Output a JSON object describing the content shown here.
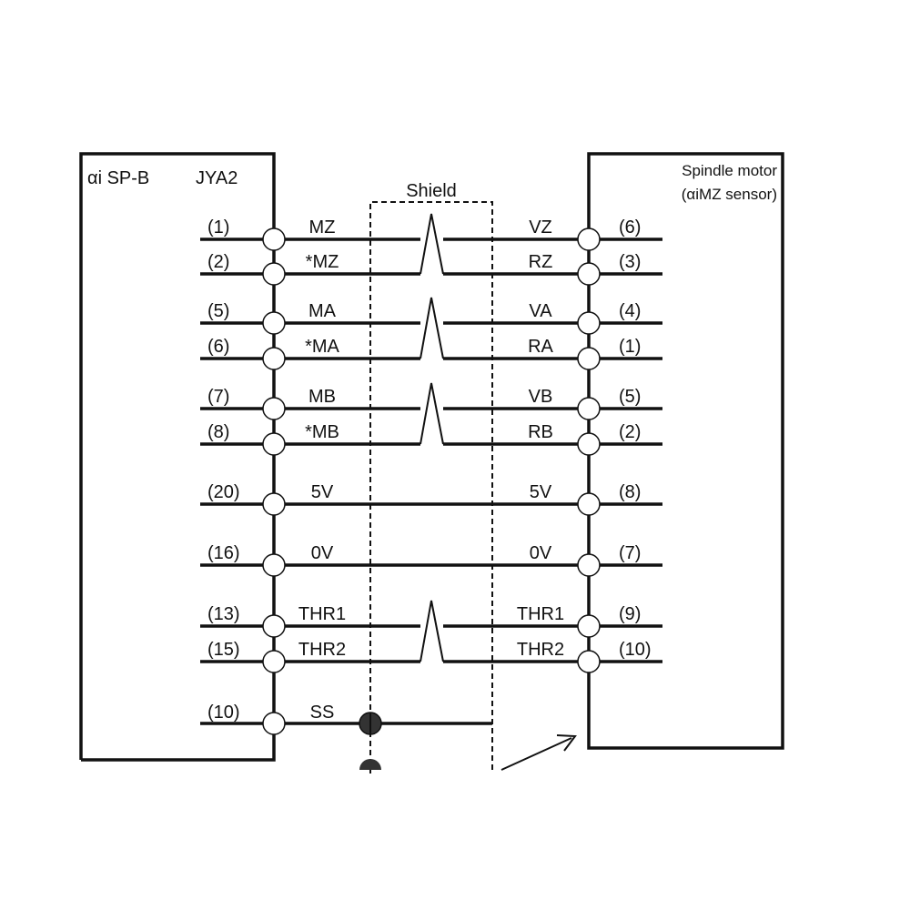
{
  "left_unit": {
    "name": "αi SP-B",
    "connector": "JYA2"
  },
  "right_unit": {
    "line1": "Spindle motor",
    "line2": "(αiMZ sensor)"
  },
  "shield_label": "Shield",
  "signals": [
    {
      "left_pin": "(1)",
      "left_signal": "MZ",
      "right_signal": "VZ",
      "right_pin": "(6)"
    },
    {
      "left_pin": "(2)",
      "left_signal": "*MZ",
      "right_signal": "RZ",
      "right_pin": "(3)"
    },
    {
      "left_pin": "(5)",
      "left_signal": "MA",
      "right_signal": "VA",
      "right_pin": "(4)"
    },
    {
      "left_pin": "(6)",
      "left_signal": "*MA",
      "right_signal": "RA",
      "right_pin": "(1)"
    },
    {
      "left_pin": "(7)",
      "left_signal": "MB",
      "right_signal": "VB",
      "right_pin": "(5)"
    },
    {
      "left_pin": "(8)",
      "left_signal": "*MB",
      "right_signal": "RB",
      "right_pin": "(2)"
    },
    {
      "left_pin": "(20)",
      "left_signal": "5V",
      "right_signal": "5V",
      "right_pin": "(8)"
    },
    {
      "left_pin": "(16)",
      "left_signal": "0V",
      "right_signal": "0V",
      "right_pin": "(7)"
    },
    {
      "left_pin": "(13)",
      "left_signal": "THR1",
      "right_signal": "THR1",
      "right_pin": "(9)"
    },
    {
      "left_pin": "(15)",
      "left_signal": "THR2",
      "right_signal": "THR2",
      "right_pin": "(10)"
    }
  ],
  "ss": {
    "left_pin": "(10)",
    "left_signal": "SS"
  }
}
